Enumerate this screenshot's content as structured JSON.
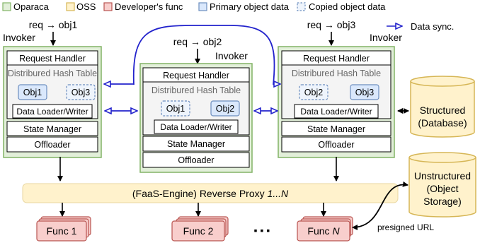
{
  "legend": {
    "oparaca": "Oparaca",
    "oss": "OSS",
    "developer_func": "Developer's func",
    "primary": "Primary object data",
    "copied": "Copied object data",
    "data_sync": "Data sync."
  },
  "invokers": [
    {
      "label": "Invoker",
      "request": "req → obj1",
      "request_handler": "Request Handler",
      "dht": "Distribured Hash Table",
      "objects": [
        {
          "label": "Obj1",
          "kind": "primary"
        },
        {
          "label": "Obj3",
          "kind": "copied"
        }
      ],
      "loader": "Data Loader/Writer",
      "state_manager": "State Manager",
      "offloader": "Offloader"
    },
    {
      "label": "Invoker",
      "request": "req → obj2",
      "request_handler": "Request Handler",
      "dht": "Distribured Hash Table",
      "objects": [
        {
          "label": "Obj1",
          "kind": "copied"
        },
        {
          "label": "Obj2",
          "kind": "primary"
        }
      ],
      "loader": "Data Loader/Writer",
      "state_manager": "State Manager",
      "offloader": "Offloader"
    },
    {
      "label": "Invoker",
      "request": "req → obj3",
      "request_handler": "Request Handler",
      "dht": "Distribured Hash Table",
      "objects": [
        {
          "label": "Obj2",
          "kind": "copied"
        },
        {
          "label": "Obj3",
          "kind": "primary"
        }
      ],
      "loader": "Data Loader/Writer",
      "state_manager": "State Manager",
      "offloader": "Offloader"
    }
  ],
  "proxy": {
    "prefix": "(FaaS-Engine) Reverse Proxy ",
    "suffix": "1...N"
  },
  "funcs": {
    "func1": "Func 1",
    "func2": "Func 2",
    "funcN_prefix": "Func ",
    "funcN_suffix": "N",
    "ellipsis": "▪  ▪  ▪"
  },
  "storage": {
    "structured_line1": "Structured",
    "structured_line2": "(Database)",
    "unstructured_line1": "Unstructured",
    "unstructured_line2": "(Object",
    "unstructured_line3": "Storage)"
  },
  "presigned": "presigned URL",
  "colors": {
    "oparaca_fill": "#e2efd9",
    "oparaca_stroke": "#82b366",
    "oss_fill": "#fff2cc",
    "oss_stroke": "#d6b656",
    "func_fill": "#f8cecc",
    "func_stroke": "#b85450",
    "obj_fill": "#dae8fc",
    "obj_stroke": "#6c8ebf",
    "sync": "#2222cc"
  }
}
